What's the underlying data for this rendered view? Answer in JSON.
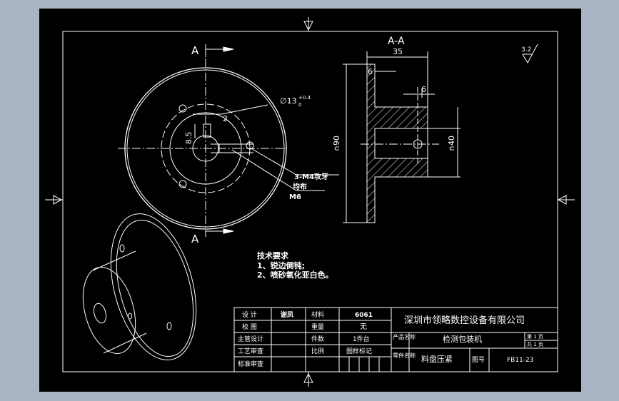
{
  "section": {
    "marker_top": "A",
    "marker_bottom": "A",
    "title": "A-A"
  },
  "dims": {
    "dia_hole": "∅13",
    "dia_hole_tol_upper": "+0.4",
    "dia_hole_tol_lower": "0",
    "key_width": "2",
    "key_depth": "8.5",
    "tap_note": "3-M4攻牙",
    "tap_note2": "均布",
    "set_screw": "M6",
    "len_total": "35",
    "flange_thk": "6",
    "hub_hole_off": "6",
    "outer_dia": "∩90",
    "hub_dia": "∩40"
  },
  "roughness": "3.2",
  "notes": {
    "title": "技术要求",
    "line1": "1、锐边倒钝;",
    "line2": "2、喷砂氧化亚白色。"
  },
  "title_block": {
    "design_label": "设 计",
    "designer": "谢凤",
    "material_label": "材料",
    "material": "6061",
    "company": "深圳市领略数控设备有限公司",
    "check_label": "校 图",
    "weight_label": "重量",
    "weight": "无",
    "product_label": "产品名称",
    "product": "检测包装机",
    "sheet_no": "第 1 页",
    "sheet_total": "共 1 页",
    "chief_label": "主管设计",
    "qty_label": "件数",
    "qty": "1件台",
    "process_label": "工艺审查",
    "scale_label": "比例",
    "scale": "图样标记",
    "part_label": "零件名称",
    "part": "料盘压紧",
    "drawing_no_label": "图号",
    "drawing_no": "FB11-23",
    "standard_label": "标准审查"
  }
}
